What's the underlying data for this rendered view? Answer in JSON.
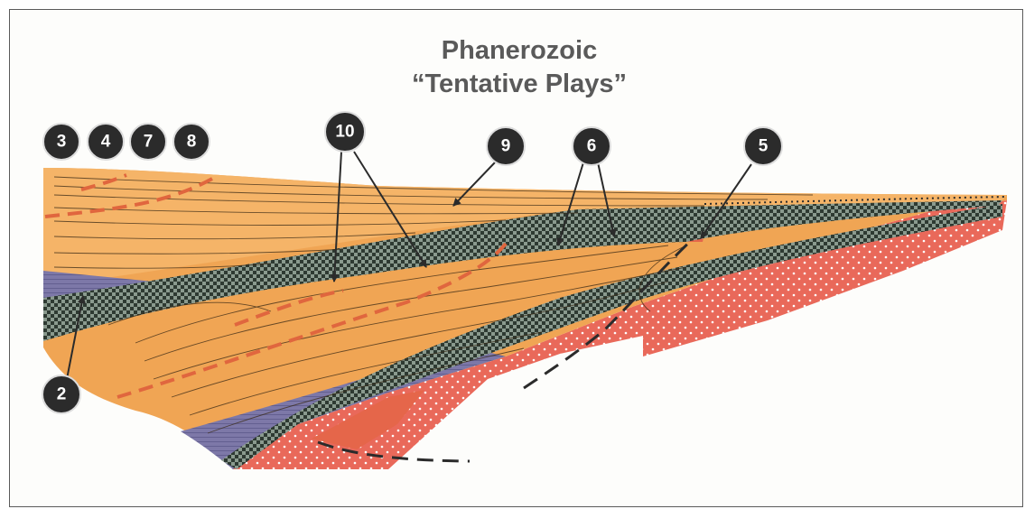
{
  "title": {
    "line1": "Phanerozoic",
    "line2": "“Tentative Plays”"
  },
  "play_markers": [
    "3",
    "4",
    "7",
    "8",
    "10",
    "9",
    "6",
    "5",
    "2"
  ],
  "colors": {
    "sediment": "#f0a554",
    "sediment_light": "#f5b468",
    "shale_band": "#2e3a32",
    "purple_unit": "#7d78a8",
    "basement": "#e9695a",
    "salmon_wedge": "#e5664a",
    "dashed_fault": "#e0663e"
  }
}
